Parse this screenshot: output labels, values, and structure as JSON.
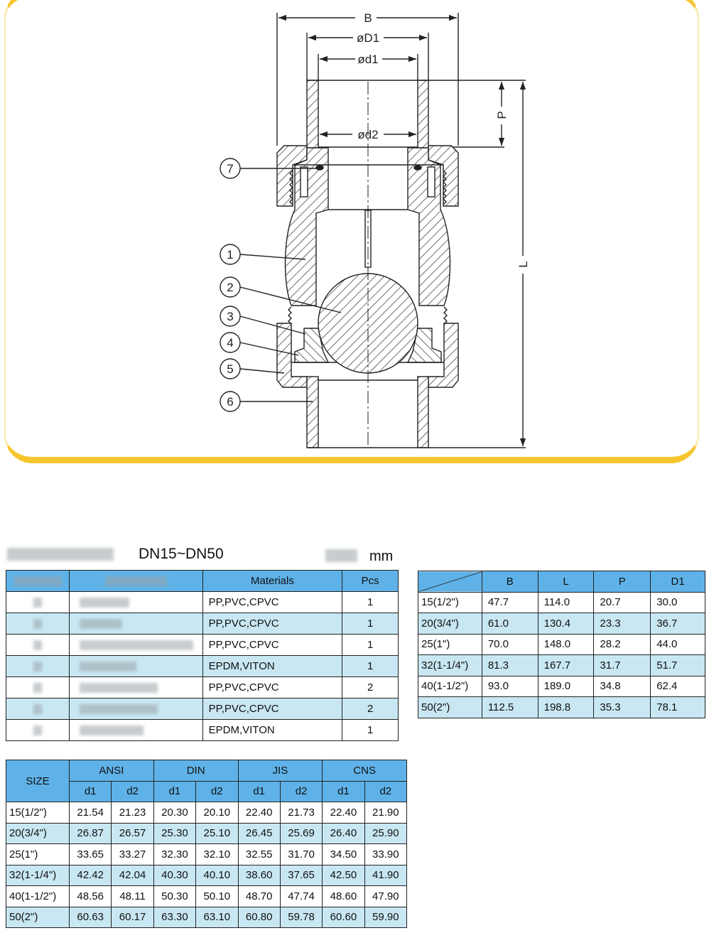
{
  "drawing": {
    "dimensions": {
      "B": "B",
      "D1": "øD1",
      "d1": "ød1",
      "d2": "ød2",
      "P": "P",
      "L": "L"
    },
    "callouts": [
      "7",
      "1",
      "2",
      "3",
      "4",
      "5",
      "6"
    ],
    "frame_color": "#f7c62e"
  },
  "spec": {
    "range": "DN15~DN50",
    "unit": "mm"
  },
  "parts_table": {
    "headers": {
      "materials": "Materials",
      "pcs": "Pcs"
    },
    "rows": [
      {
        "materials": "PP,PVC,CPVC",
        "pcs": "1"
      },
      {
        "materials": "PP,PVC,CPVC",
        "pcs": "1"
      },
      {
        "materials": "PP,PVC,CPVC",
        "pcs": "1"
      },
      {
        "materials": "EPDM,VITON",
        "pcs": "1"
      },
      {
        "materials": "PP,PVC,CPVC",
        "pcs": "2"
      },
      {
        "materials": "PP,PVC,CPVC",
        "pcs": "2"
      },
      {
        "materials": "EPDM,VITON",
        "pcs": "1"
      }
    ]
  },
  "dimension_table": {
    "headers": [
      "B",
      "L",
      "P",
      "D1"
    ],
    "rows": [
      {
        "size": "15(1/2\")",
        "values": [
          "47.7",
          "114.0",
          "20.7",
          "30.0"
        ]
      },
      {
        "size": "20(3/4\")",
        "values": [
          "61.0",
          "130.4",
          "23.3",
          "36.7"
        ]
      },
      {
        "size": "25(1\")",
        "values": [
          "70.0",
          "148.0",
          "28.2",
          "44.0"
        ]
      },
      {
        "size": "32(1-1/4\")",
        "values": [
          "81.3",
          "167.7",
          "31.7",
          "51.7"
        ]
      },
      {
        "size": "40(1-1/2\")",
        "values": [
          "93.0",
          "189.0",
          "34.8",
          "62.4"
        ]
      },
      {
        "size": "50(2\")",
        "values": [
          "112.5",
          "198.8",
          "35.3",
          "78.1"
        ]
      }
    ]
  },
  "size_table": {
    "size_header": "SIZE",
    "standards": [
      "ANSI",
      "DIN",
      "JIS",
      "CNS"
    ],
    "sub_headers": [
      "d1",
      "d2"
    ],
    "rows": [
      {
        "size": "15(1/2\")",
        "values": [
          "21.54",
          "21.23",
          "20.30",
          "20.10",
          "22.40",
          "21.73",
          "22.40",
          "21.90"
        ]
      },
      {
        "size": "20(3/4\")",
        "values": [
          "26.87",
          "26.57",
          "25.30",
          "25.10",
          "26.45",
          "25.69",
          "26.40",
          "25.90"
        ]
      },
      {
        "size": "25(1\")",
        "values": [
          "33.65",
          "33.27",
          "32.30",
          "32.10",
          "32.55",
          "31.70",
          "34.50",
          "33.90"
        ]
      },
      {
        "size": "32(1-1/4\")",
        "values": [
          "42.42",
          "42.04",
          "40.30",
          "40.10",
          "38.60",
          "37.65",
          "42.50",
          "41.90"
        ]
      },
      {
        "size": "40(1-1/2\")",
        "values": [
          "48.56",
          "48.11",
          "50.30",
          "50.10",
          "48.70",
          "47.74",
          "48.60",
          "47.90"
        ]
      },
      {
        "size": "50(2\")",
        "values": [
          "60.63",
          "60.17",
          "63.30",
          "63.10",
          "60.80",
          "59.78",
          "60.60",
          "59.90"
        ]
      }
    ]
  }
}
